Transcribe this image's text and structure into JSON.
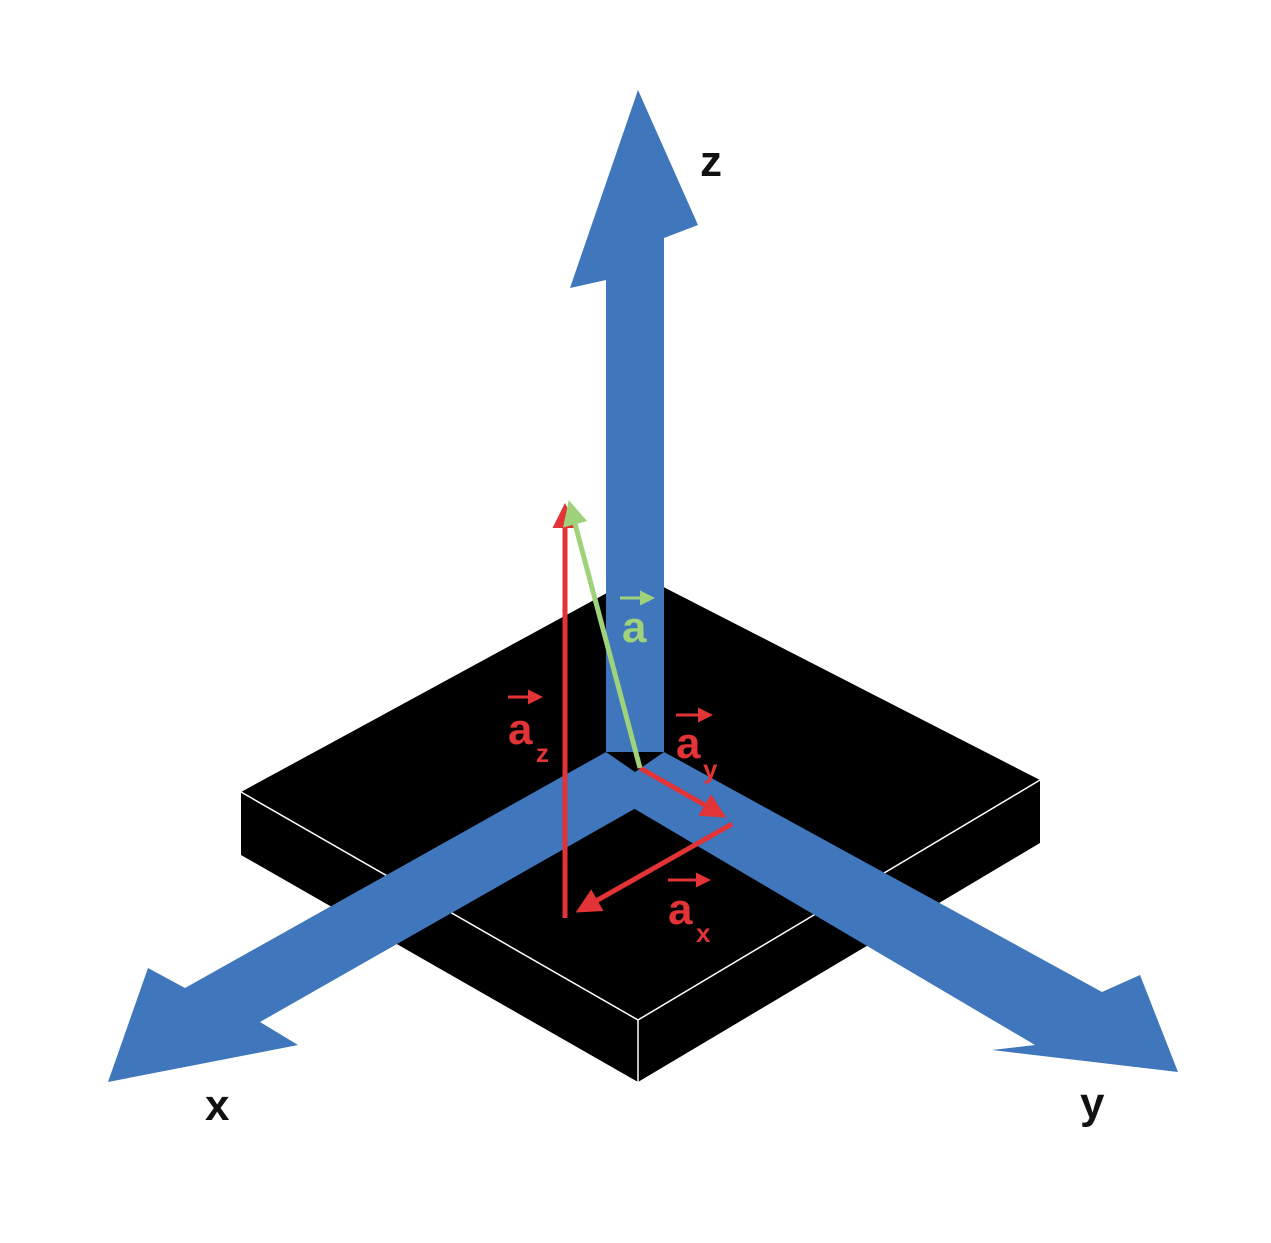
{
  "colors": {
    "axis": "#3f76bc",
    "component": "#e23336",
    "resultant": "#9fd27a",
    "plate": "#000000",
    "plate_edge": "#ffffff",
    "label": "#111111"
  },
  "axes": {
    "x_label": "x",
    "y_label": "y",
    "z_label": "z"
  },
  "vectors": {
    "resultant": {
      "letter": "a",
      "icon": "arrow-right-icon"
    },
    "component_x": {
      "letter": "a",
      "subscript": "x",
      "icon": "arrow-right-icon"
    },
    "component_y": {
      "letter": "a",
      "subscript": "y",
      "icon": "arrow-right-icon"
    },
    "component_z": {
      "letter": "a",
      "subscript": "z",
      "icon": "arrow-right-icon"
    }
  }
}
